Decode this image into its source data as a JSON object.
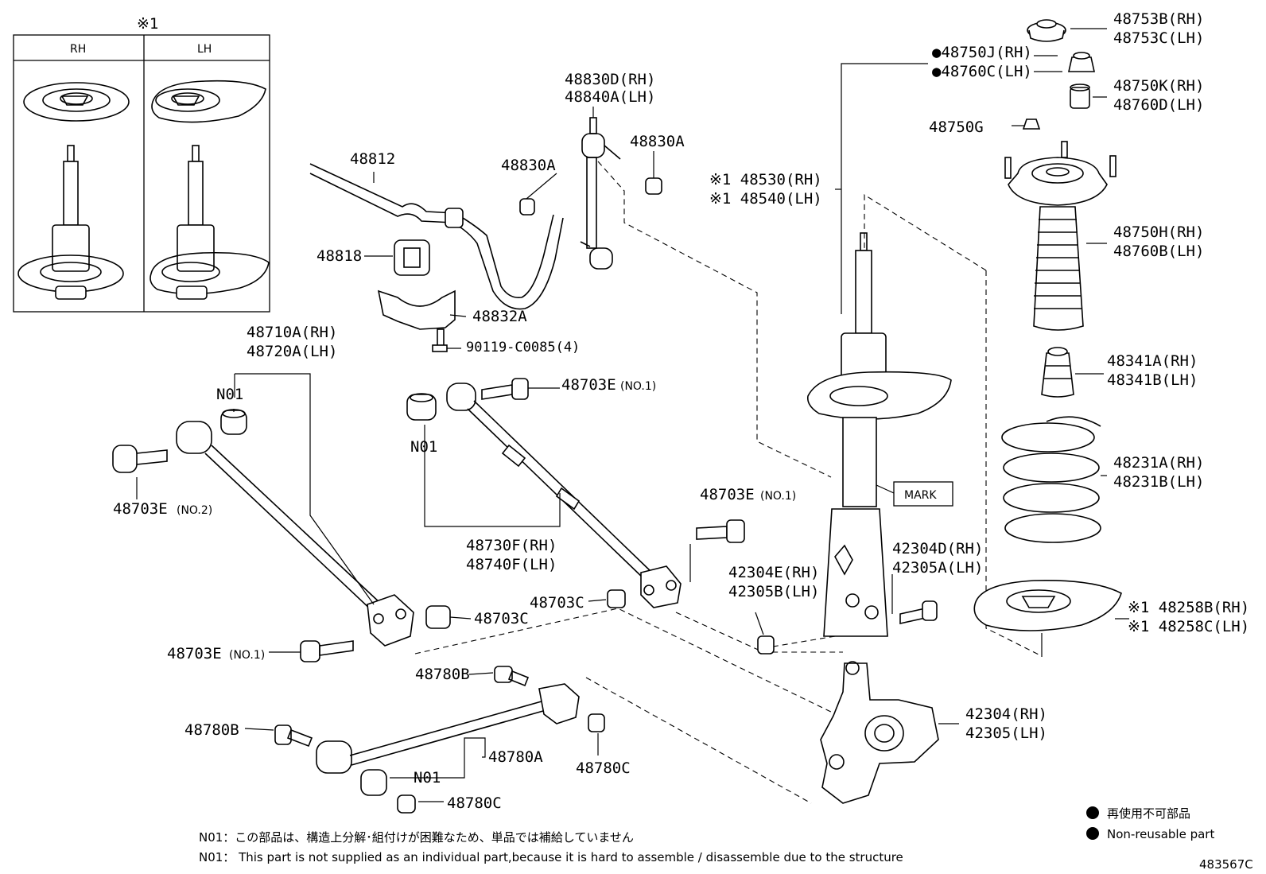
{
  "inset": {
    "mark": "※1",
    "col_rh": "RH",
    "col_lh": "LH"
  },
  "labels": {
    "mount_cap": [
      "48753B(RH)",
      "48753C(LH)"
    ],
    "nut_bush": [
      "●48750J(RH)",
      "●48760C(LH)"
    ],
    "lower_bush": [
      "48750K(RH)",
      "48760D(LH)"
    ],
    "top_nut": "48750G",
    "support": [
      "48750H(RH)",
      "48760B(LH)"
    ],
    "bumper": [
      "48341A(RH)",
      "48341B(LH)"
    ],
    "spring": [
      "48231A(RH)",
      "48231B(LH)"
    ],
    "insulator": [
      "※1 48258B(RH)",
      "※1 48258C(LH)"
    ],
    "absorber": [
      "※1 48530(RH)",
      "※1 48540(LH)"
    ],
    "link": [
      "48830D(RH)",
      "48840A(LH)"
    ],
    "link_nut_r": "48830A",
    "link_nut_l": "48830A",
    "bar": "48812",
    "bar_bush": "48818",
    "bracket": "48832A",
    "bolt_small": "90119-C0085(4)",
    "arm1": [
      "48710A(RH)",
      "48720A(LH)"
    ],
    "n01_a": "N01",
    "bolt_no2": "48703E",
    "bolt_no2_suffix": "(NO.2)",
    "bolt_no1_top": "48703E",
    "bolt_no1_top_suffix": "(NO.1)",
    "n01_b": "N01",
    "arm2": [
      "48730F(RH)",
      "48740F(LH)"
    ],
    "bolt_no1_mid": "48703E",
    "bolt_no1_mid_suffix": "(NO.1)",
    "nut_c1": "48703C",
    "nut_c2": "48703C",
    "bolt_no1_low": "48703E",
    "bolt_no1_low_suffix": "(NO.1)",
    "knuckle_bolt": [
      "42304D(RH)",
      "42305A(LH)"
    ],
    "knuckle_nut": [
      "42304E(RH)",
      "42305B(LH)"
    ],
    "knuckle": [
      "42304(RH)",
      "42305(LH)"
    ],
    "mark_tag": "MARK",
    "bolt_b1": "48780B",
    "bolt_b2": "48780B",
    "arm3": "48780A",
    "n01_c": "N01",
    "nut_780c1": "48780C",
    "nut_780c2": "48780C"
  },
  "legend": {
    "jp": "再使用不可部品",
    "en": "Non-reusable part"
  },
  "notes": {
    "jp": "N01：この部品は、構造上分解･組付けが困難なため、単品では補給していません",
    "en": "N01： This part is not supplied as an individual part,because it is hard to assemble / disassemble due to the structure"
  },
  "diagram_id": "483567C"
}
